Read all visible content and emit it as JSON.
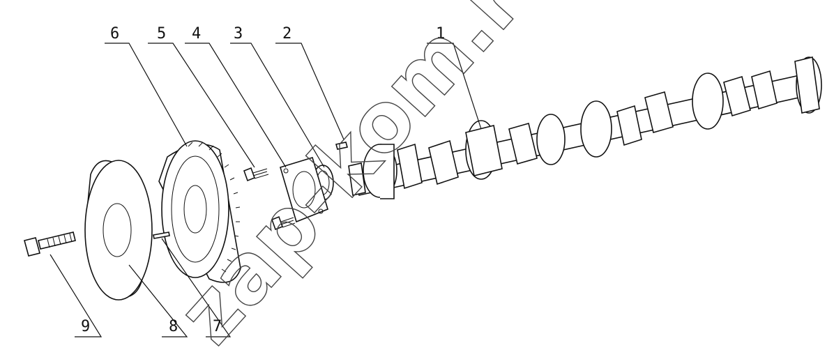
{
  "callouts": [
    {
      "id": "1",
      "label": "1"
    },
    {
      "id": "2",
      "label": "2"
    },
    {
      "id": "3",
      "label": "3"
    },
    {
      "id": "4",
      "label": "4"
    },
    {
      "id": "5",
      "label": "5"
    },
    {
      "id": "6",
      "label": "6"
    },
    {
      "id": "7",
      "label": "7"
    },
    {
      "id": "8",
      "label": "8"
    },
    {
      "id": "9",
      "label": "9"
    }
  ],
  "watermark": {
    "text": "zap-kom.ru"
  }
}
